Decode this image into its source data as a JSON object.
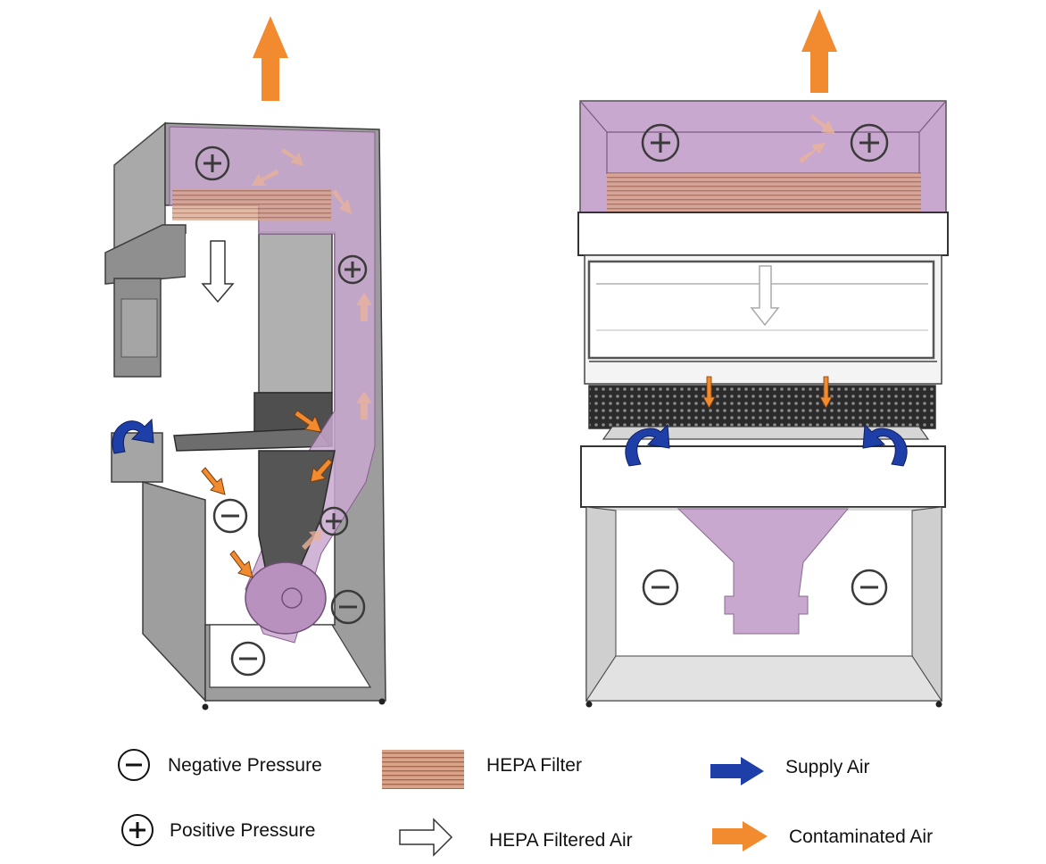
{
  "legend": {
    "negative_pressure": "Negative Pressure",
    "positive_pressure": "Positive Pressure",
    "hepa_filter": "HEPA Filter",
    "hepa_filtered_air": "HEPA Filtered Air",
    "supply_air": "Supply Air",
    "contaminated_air": "Contaminated Air"
  },
  "symbols": {
    "negative": "−",
    "positive": "+"
  },
  "colors": {
    "positive_pressure_zone": "#c9a8cf",
    "cabinet_gray": "#9a9a9a",
    "cabinet_dark": "#5e5e5e",
    "hepa_filter": "#c9957c",
    "supply_air": "#1f3fa8",
    "contaminated_air": "#f28b30",
    "hepa_filtered_air": "#ffffff"
  }
}
